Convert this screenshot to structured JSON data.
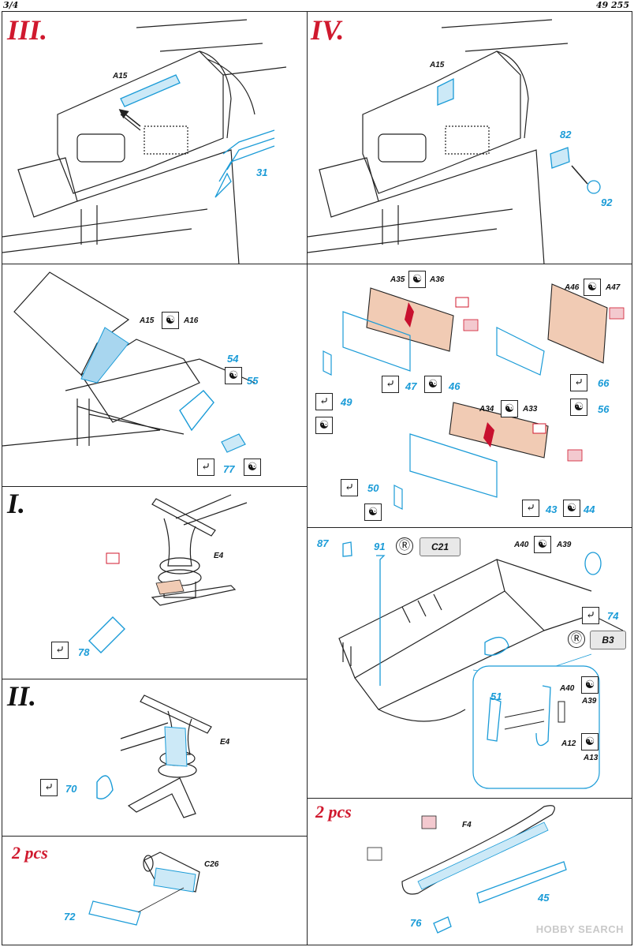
{
  "header": {
    "page": "3/4",
    "code": "49 255"
  },
  "steps": {
    "III": {
      "title": "III.",
      "part": "A15",
      "pe": "31"
    },
    "IV": {
      "title": "IV.",
      "part": "A15",
      "pe1": "82",
      "pe2": "92"
    },
    "p3": {
      "partA": "A15",
      "partB": "A16",
      "pe1": "54",
      "pe2": "55",
      "pe3": "77"
    },
    "p4": {
      "partA1": "A35",
      "partA2": "A36",
      "partB1": "A46",
      "partB2": "A47",
      "partC1": "A34",
      "partC2": "A33",
      "n47": "47",
      "n46": "46",
      "n66": "66",
      "n56": "56",
      "n49": "49",
      "n50": "50",
      "n43": "43",
      "n44": "44"
    },
    "I": {
      "title": "I.",
      "part": "E4",
      "pe": "78"
    },
    "II": {
      "title": "II.",
      "part": "E4",
      "pe": "70"
    },
    "p7": {
      "n87": "87",
      "n91": "91",
      "c21": "C21",
      "partA": "A40",
      "partB": "A39",
      "n74": "74",
      "b3": "B3",
      "n51": "51",
      "d40": "A40",
      "d39": "A39",
      "d12": "A12",
      "d13": "A13"
    },
    "p8": {
      "qty": "2 pcs",
      "part": "C26",
      "pe": "72"
    },
    "p9": {
      "qty": "2 pcs",
      "part": "F4",
      "pe1": "45",
      "pe2": "76"
    }
  },
  "watermark": "HOBBY SEARCH",
  "colors": {
    "pe_blue": "#1a9bd7",
    "accent_red": "#d0192e",
    "paint_tan": "#f1cbb4",
    "paint_red": "#c8102e"
  }
}
